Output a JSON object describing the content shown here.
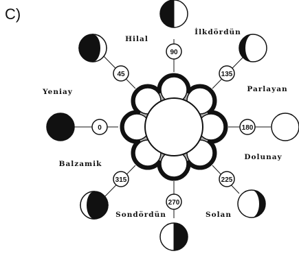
{
  "panel_label": "C)",
  "colors": {
    "ink": "#111111",
    "ring_fill": "#b5b5b5",
    "paper": "#ffffff"
  },
  "phases": [
    {
      "key": "yeniay",
      "label": "Yeniay",
      "angle": "0",
      "icon": "new-moon-icon"
    },
    {
      "key": "hilal",
      "label": "Hilal",
      "angle": "45",
      "icon": "crescent-moon-icon"
    },
    {
      "key": "ilkdordun",
      "label": "İlkdördün",
      "angle": "90",
      "icon": "first-quarter-moon-icon"
    },
    {
      "key": "parlayan",
      "label": "Parlayan",
      "angle": "135",
      "icon": "waxing-gibbous-moon-icon"
    },
    {
      "key": "dolunay",
      "label": "Dolunay",
      "angle": "180",
      "icon": "full-moon-icon"
    },
    {
      "key": "solan",
      "label": "Solan",
      "angle": "225",
      "icon": "waning-gibbous-moon-icon"
    },
    {
      "key": "sondordun",
      "label": "Sondördün",
      "angle": "270",
      "icon": "last-quarter-moon-icon"
    },
    {
      "key": "balzamik",
      "label": "Balzamik",
      "angle": "315",
      "icon": "balsamic-moon-icon"
    }
  ]
}
